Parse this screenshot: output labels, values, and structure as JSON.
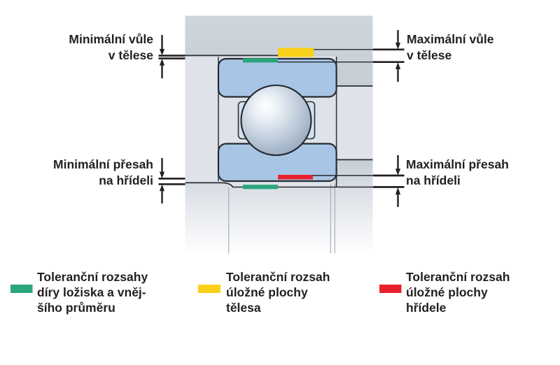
{
  "figure": {
    "description": "Cross-section of a deep groove ball bearing mounted between housing and shaft, showing tolerance zones and clearance/interference dimensions"
  },
  "colors": {
    "tolerance_green": "#2BA57C",
    "tolerance_yellow": "#FBD01A",
    "tolerance_red": "#E8222D",
    "ring_blue": "#A8C5E5",
    "raceway_blue": "#D2E2F1",
    "housing_gray": "#CBD1D9",
    "bore_background": "#DFE3E9",
    "line_dark": "#2A2E33",
    "text_dark": "#231F20"
  },
  "dimension_labels": {
    "min_clearance_housing": [
      "Minimální vůle",
      "v tělese"
    ],
    "max_clearance_housing": [
      "Maximální vůle",
      "v tělese"
    ],
    "min_interference_shaft": [
      "Minimální přesah",
      "na hřídeli"
    ],
    "max_interference_shaft": [
      "Maximální přesah",
      "na hřídeli"
    ]
  },
  "legend": {
    "items": [
      {
        "id": "bearing-bore-and-od-tolerance",
        "lines": [
          "Toleranční rozsahy",
          "díry ložiska a vněj-",
          "šího průměru"
        ]
      },
      {
        "id": "housing-seat-tolerance",
        "lines": [
          "Toleranční rozsah",
          "úložné plochy",
          "tělesa"
        ]
      },
      {
        "id": "shaft-seat-tolerance",
        "lines": [
          "Toleranční rozsah",
          "úložné plochy",
          "hřídele"
        ]
      }
    ]
  }
}
